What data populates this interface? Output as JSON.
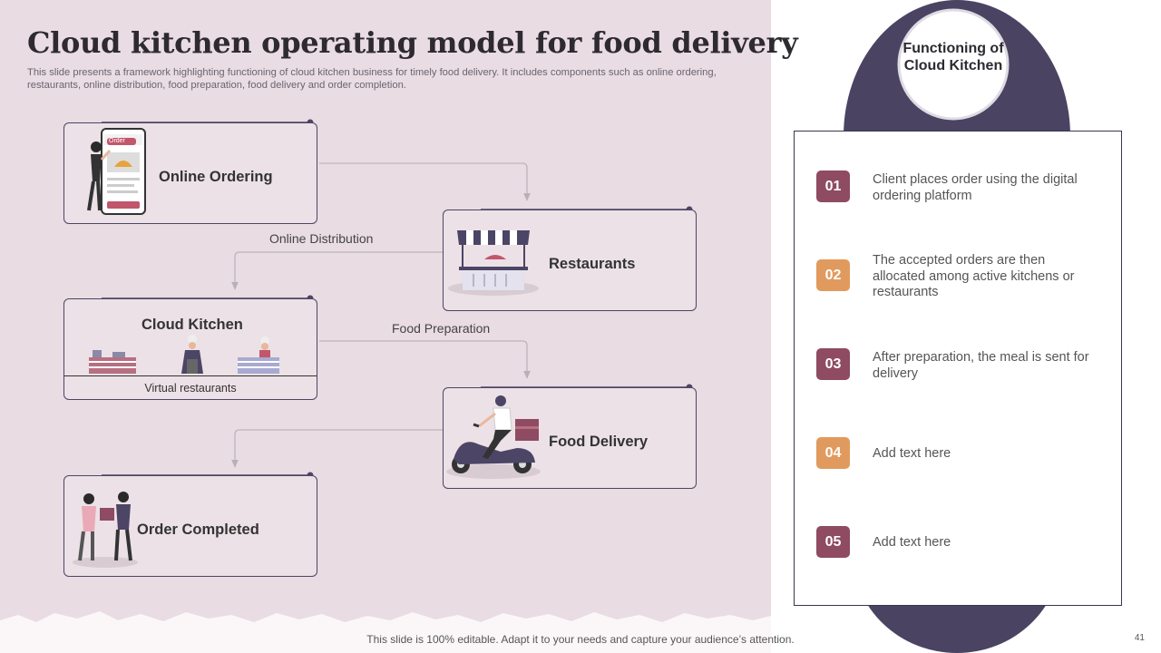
{
  "slide": {
    "title": "Cloud kitchen operating model for food delivery",
    "subtitle": "This slide presents a framework highlighting functioning of cloud kitchen business for timely food delivery. It includes components such as online ordering, restaurants, online distribution, food preparation, food delivery and order completion.",
    "footer": "This slide is 100% editable. Adapt it to your needs and capture your audience’s attention.",
    "page_number": "41"
  },
  "flow": {
    "online_ordering": "Online Ordering",
    "restaurants": "Restaurants",
    "online_distribution": "Online Distribution",
    "cloud_kitchen": "Cloud Kitchen",
    "virtual_restaurants": "Virtual restaurants",
    "food_preparation": "Food Preparation",
    "food_delivery": "Food Delivery",
    "order_completed": "Order Completed",
    "phone_order_tag": "Order"
  },
  "panel": {
    "circle_title": "Functioning of Cloud Kitchen",
    "steps": [
      {
        "num": "01",
        "text": "Client places order using the digital ordering platform"
      },
      {
        "num": "02",
        "text": "The accepted orders are then allocated among active kitchens or restaurants"
      },
      {
        "num": "03",
        "text": "After preparation, the meal is sent for delivery"
      },
      {
        "num": "04",
        "text": "Add text here"
      },
      {
        "num": "05",
        "text": "Add  text here"
      }
    ]
  },
  "colors": {
    "background_left": "#e9dce2",
    "navy": "#4c4565",
    "plum_badge": "#8e4b62",
    "orange_badge": "#e19a5e",
    "dark_circle": "#4a4362"
  }
}
